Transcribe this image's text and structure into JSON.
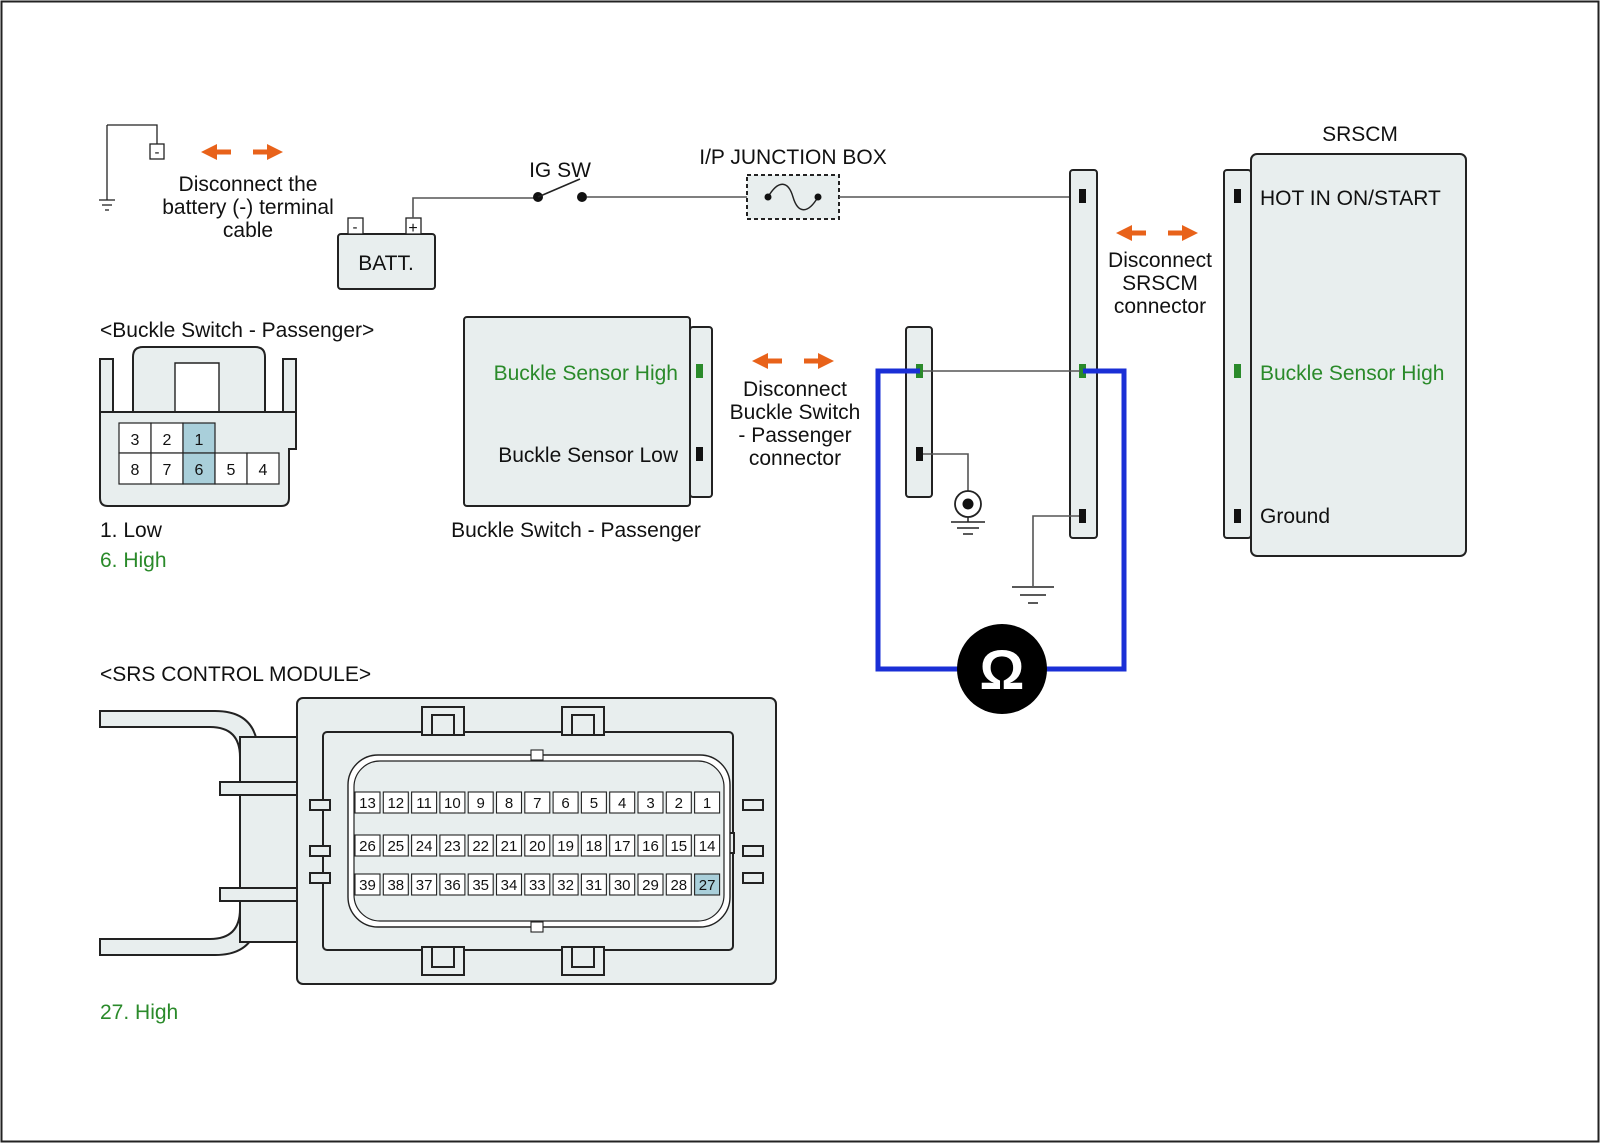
{
  "colors": {
    "accent_green": "#2a8a2a",
    "arrow_orange": "#e8621a",
    "meter_wire": "#1a2fd6",
    "highlight_pin": "#a9cfda",
    "component_fill": "#e8eeee"
  },
  "icons": [
    "battery-icon",
    "ground-icon",
    "switch-icon",
    "fuse-icon",
    "ohmmeter-icon",
    "orange-double-arrow-icon"
  ],
  "battery_disconnect": {
    "minus_symbol": "-",
    "text_lines": [
      "Disconnect the",
      "battery (-) terminal",
      "cable"
    ]
  },
  "batt": {
    "label": "BATT.",
    "minus": "-",
    "plus": "+"
  },
  "ig_sw": {
    "label": "IG SW"
  },
  "junction_box": {
    "label": "I/P JUNCTION BOX"
  },
  "srscm": {
    "title": "SRSCM",
    "pins": {
      "hot": "HOT IN ON/START",
      "buckle_high": "Buckle Sensor High",
      "ground": "Ground"
    },
    "disconnect_lines": [
      "Disconnect",
      "SRSCM",
      "connector"
    ]
  },
  "buckle_switch": {
    "box_title": "Buckle Switch - Passenger",
    "high": "Buckle Sensor High",
    "low": "Buckle Sensor Low",
    "disconnect_lines": [
      "Disconnect",
      "Buckle Switch",
      "- Passenger",
      "connector"
    ]
  },
  "buckle_connector": {
    "title": "<Buckle Switch - Passenger>",
    "row1": [
      "3",
      "2",
      "1"
    ],
    "row2": [
      "8",
      "7",
      "6",
      "5",
      "4"
    ],
    "legend_low": "1. Low",
    "legend_high": "6. High"
  },
  "srs_module": {
    "title": "<SRS CONTROL MODULE>",
    "row1": [
      "13",
      "12",
      "11",
      "10",
      "9",
      "8",
      "7",
      "6",
      "5",
      "4",
      "3",
      "2",
      "1"
    ],
    "row2": [
      "26",
      "25",
      "24",
      "23",
      "22",
      "21",
      "20",
      "19",
      "18",
      "17",
      "16",
      "15",
      "14"
    ],
    "row3": [
      "39",
      "38",
      "37",
      "36",
      "35",
      "34",
      "33",
      "32",
      "31",
      "30",
      "29",
      "28",
      "27"
    ],
    "legend_high": "27. High"
  },
  "meter": {
    "symbol": "Ω"
  }
}
